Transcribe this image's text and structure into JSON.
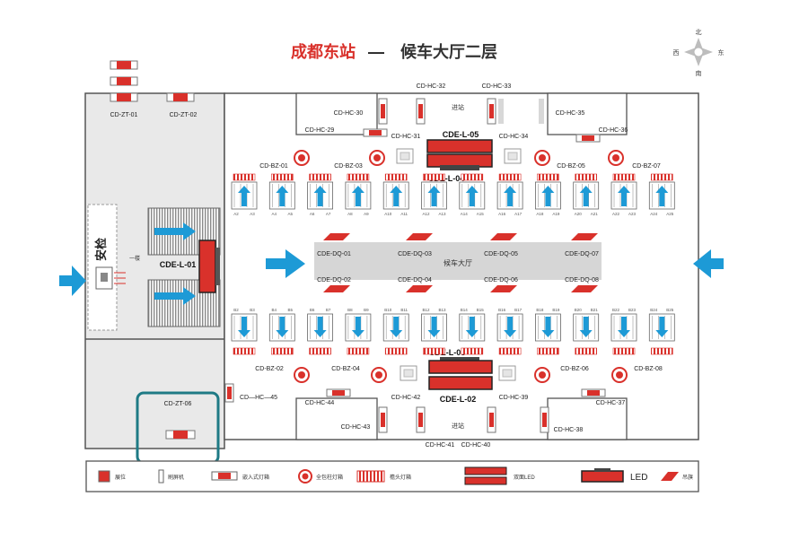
{
  "title": {
    "station": "成都东站",
    "dash": "—",
    "floor": "候车大厅二层"
  },
  "compass": {
    "n": "北",
    "s": "南",
    "e": "东",
    "w": "西"
  },
  "colors": {
    "red": "#d9312b",
    "blue": "#1d9ad6",
    "teal": "#1e7a85",
    "wall": "#555555",
    "corridor": "#d6d6d6",
    "zone": "#e9e9e9"
  },
  "areas": {
    "security": "安检",
    "floor1": "一楼",
    "hall": "候车大厅",
    "gate_top": "进站",
    "gate_bottom": "进站"
  },
  "labels": {
    "zt": [
      "CD-ZT-01",
      "CD-ZT-02",
      "CD-ZT-06"
    ],
    "hc": [
      "CD-HC-32",
      "CD-HC-33",
      "CD-HC-30",
      "CD-HC-35",
      "CD-HC-29",
      "CD-HC-31",
      "CD-HC-34",
      "CD-HC-36",
      "CD-HC-44",
      "CD-HC-42",
      "CD-HC-39",
      "CD-HC-37",
      "CD-HC-43",
      "CD-HC-38",
      "CD-HC-41",
      "CD-HC-40",
      "CD—HC—45"
    ],
    "bz": [
      "CD-BZ-01",
      "CD-BZ-03",
      "CD-BZ-05",
      "CD-BZ-07",
      "CD-BZ-02",
      "CD-BZ-04",
      "CD-BZ-06",
      "CD-BZ-08"
    ],
    "dq_top": [
      "CDE-DQ-01",
      "CDE-DQ-03",
      "CDE-DQ-05",
      "CDE-DQ-07"
    ],
    "dq_bottom": [
      "CDE-DQ-02",
      "CDE-DQ-04",
      "CDE-DQ-06",
      "CDE-DQ-08"
    ],
    "led": [
      "CDE-L-01",
      "CDE-L-05",
      "CDE-L-04",
      "CDE-L-03",
      "CDE-L-02"
    ]
  },
  "gates_top": [
    "A2",
    "A3",
    "A4",
    "A5",
    "A6",
    "A7",
    "A8",
    "A9",
    "A10",
    "A11",
    "A12",
    "A13",
    "A14",
    "A15",
    "A16",
    "A17",
    "A18",
    "A19",
    "A20",
    "A21",
    "A22",
    "A23",
    "A24",
    "A25"
  ],
  "gates_bottom": [
    "B2",
    "B3",
    "B4",
    "B5",
    "B6",
    "B7",
    "B8",
    "B9",
    "B10",
    "B11",
    "B12",
    "B13",
    "B14",
    "B15",
    "B16",
    "B17",
    "B18",
    "B19",
    "B20",
    "B21",
    "B22",
    "B23",
    "B24",
    "B25"
  ],
  "legend": [
    {
      "label": "展位",
      "icon": "booth-icon"
    },
    {
      "label": "刷屏机",
      "icon": "kiosk-icon"
    },
    {
      "label": "嵌入式灯箱",
      "icon": "embedded-lightbox-icon"
    },
    {
      "label": "全包柱灯箱",
      "icon": "pillar-lightbox-icon"
    },
    {
      "label": "檐头灯箱",
      "icon": "eave-lightbox-icon"
    },
    {
      "label": "双面LED",
      "icon": "double-led-icon"
    },
    {
      "label": "LED",
      "icon": "led-icon"
    },
    {
      "label": "吊旗",
      "icon": "hanging-flag-icon"
    }
  ]
}
